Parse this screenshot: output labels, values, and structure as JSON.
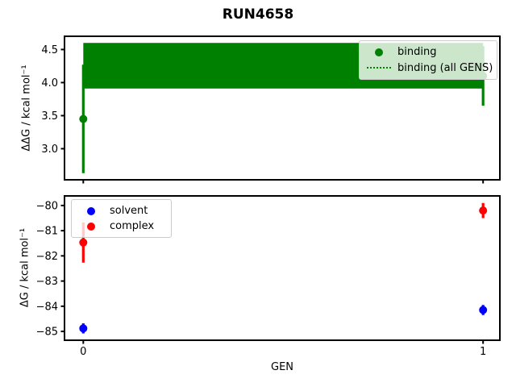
{
  "chart_data": [
    {
      "type": "scatter",
      "title": "RUN4658",
      "ylabel": "ΔΔG / kcal mol⁻¹",
      "xlabel": "",
      "xlim": [
        -0.047,
        1.042
      ],
      "ylim": [
        2.53,
        4.7
      ],
      "grid": false,
      "yticks": [
        {
          "value": 3.0,
          "label": "3.0"
        },
        {
          "value": 3.5,
          "label": "3.5"
        },
        {
          "value": 4.0,
          "label": "4.0"
        },
        {
          "value": 4.5,
          "label": "4.5"
        }
      ],
      "xticks": [
        {
          "value": 0,
          "label": ""
        },
        {
          "value": 1,
          "label": ""
        }
      ],
      "band": {
        "name": "binding (all GENS)",
        "x_range": [
          0,
          1
        ],
        "y_low": 3.91,
        "y_high": 4.6,
        "color": "#008000"
      },
      "series": [
        {
          "name": "binding",
          "color": "#008000",
          "marker": "circle",
          "points": [
            {
              "x": 0,
              "y": 3.45,
              "yerr": 0.82
            },
            {
              "x": 1,
              "y": 4.1,
              "yerr": 0.45
            }
          ]
        }
      ],
      "legend": {
        "position": "upper-right",
        "entries": [
          {
            "label": "binding",
            "marker": "dot",
            "color": "#008000"
          },
          {
            "label": "binding (all GENS)",
            "marker": "dotted-line",
            "color": "#008000"
          }
        ]
      }
    },
    {
      "type": "scatter",
      "title": "",
      "ylabel": "ΔG / kcal mol⁻¹",
      "xlabel": "GEN",
      "xlim": [
        -0.047,
        1.042
      ],
      "ylim": [
        -85.35,
        -79.62
      ],
      "grid": false,
      "yticks": [
        {
          "value": -80,
          "label": "−80"
        },
        {
          "value": -81,
          "label": "−81"
        },
        {
          "value": -82,
          "label": "−82"
        },
        {
          "value": -83,
          "label": "−83"
        },
        {
          "value": -84,
          "label": "−84"
        },
        {
          "value": -85,
          "label": "−85"
        }
      ],
      "xticks": [
        {
          "value": 0,
          "label": "0"
        },
        {
          "value": 1,
          "label": "1"
        }
      ],
      "series": [
        {
          "name": "solvent",
          "color": "#0000ff",
          "marker": "circle",
          "points": [
            {
              "x": 0,
              "y": -84.88,
              "yerr": 0.2
            },
            {
              "x": 1,
              "y": -84.15,
              "yerr": 0.2
            }
          ]
        },
        {
          "name": "complex",
          "color": "#ff0000",
          "marker": "circle",
          "points": [
            {
              "x": 0,
              "y": -81.47,
              "yerr": 0.8
            },
            {
              "x": 1,
              "y": -80.2,
              "yerr": 0.3
            }
          ]
        }
      ],
      "legend": {
        "position": "upper-left",
        "entries": [
          {
            "label": "solvent",
            "marker": "dot",
            "color": "#0000ff"
          },
          {
            "label": "complex",
            "marker": "dot",
            "color": "#ff0000"
          }
        ]
      }
    }
  ]
}
